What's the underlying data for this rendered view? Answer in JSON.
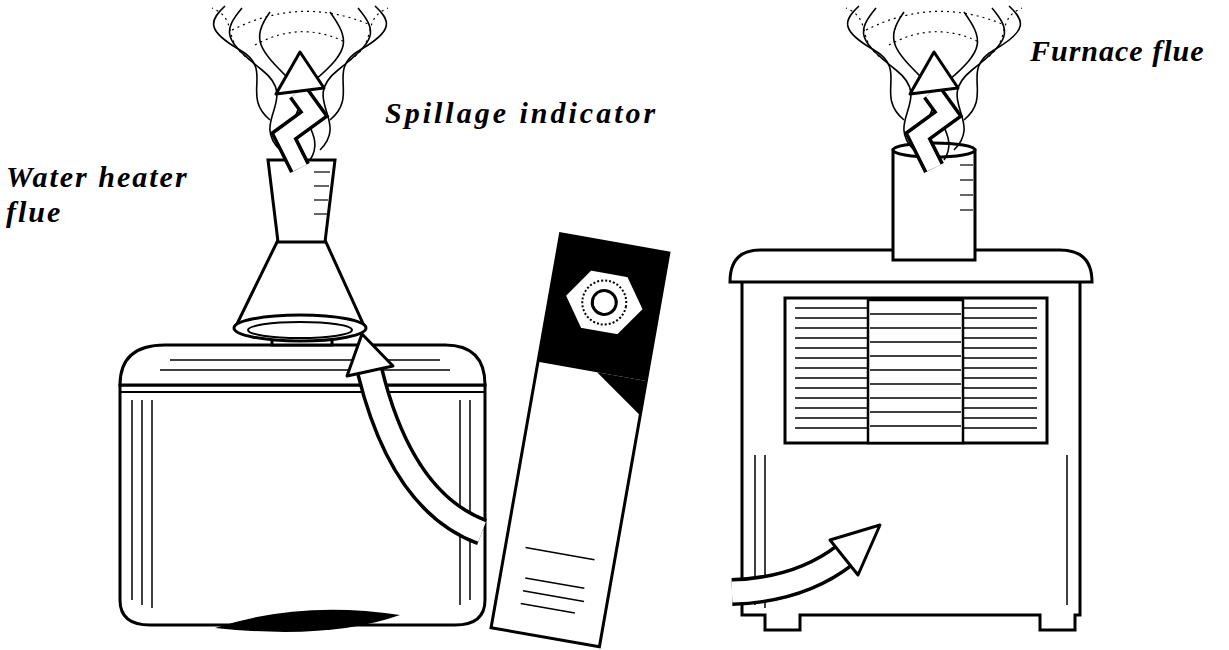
{
  "diagram": {
    "labels": [
      "Water heater flue",
      "Spillage indicator",
      "Furnace flue"
    ]
  }
}
